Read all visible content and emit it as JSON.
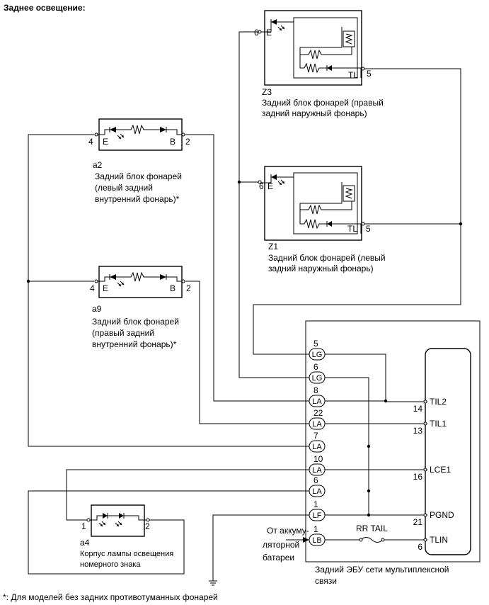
{
  "title": "Заднее освещение:",
  "footnote": "*: Для моделей без задних противотуманных фонарей",
  "components": {
    "z3": {
      "code": "Z3",
      "name_lines": [
        "Задний блок фонарей (правый",
        "задний наружный фонарь)"
      ],
      "pin_e": "6",
      "pin_tl": "5",
      "lbl_e": "E",
      "lbl_tl": "TL"
    },
    "z1": {
      "code": "Z1",
      "name_lines": [
        "Задний блок фонарей (левый",
        "задний наружный фонарь)"
      ],
      "pin_e": "6",
      "pin_tl": "5",
      "lbl_e": "E",
      "lbl_tl": "TL"
    },
    "a2": {
      "code": "a2",
      "name_lines": [
        "Задний блок фонарей",
        "(левый задний",
        "внутренний фонарь)*"
      ],
      "pin_e": "4",
      "pin_b": "2",
      "lbl_e": "E",
      "lbl_b": "B"
    },
    "a9": {
      "code": "a9",
      "name_lines": [
        "Задний блок фонарей",
        "(правый задний",
        "внутренний фонарь)*"
      ],
      "pin_e": "4",
      "pin_b": "2",
      "lbl_e": "E",
      "lbl_b": "B"
    },
    "a4": {
      "code": "a4",
      "name_lines": [
        "Корпус лампы освещения",
        "номерного знака"
      ],
      "pin_1": "1",
      "pin_2": "2"
    },
    "ecu": {
      "name_lines": [
        "Задний ЭБУ сети мультиплексной",
        "связи"
      ],
      "connectors": [
        {
          "pin": "5",
          "code": "LG"
        },
        {
          "pin": "6",
          "code": "LG"
        },
        {
          "pin": "8",
          "code": "LA"
        },
        {
          "pin": "22",
          "code": "LA"
        },
        {
          "pin": "7",
          "code": "LA"
        },
        {
          "pin": "10",
          "code": "LA"
        },
        {
          "pin": "6",
          "code": "LA"
        },
        {
          "pin": "1",
          "code": "LF"
        },
        {
          "pin": "1",
          "code": "LB"
        }
      ],
      "terminals": [
        {
          "pin": "14",
          "name": "TIL2"
        },
        {
          "pin": "13",
          "name": "TIL1"
        },
        {
          "pin": "16",
          "name": "LCE1"
        },
        {
          "pin": "21",
          "name": "PGND"
        },
        {
          "pin": "6",
          "name": "TLIN"
        }
      ]
    }
  },
  "battery_label_lines": [
    "От аккуму-",
    "ляторной",
    "батареи"
  ],
  "fuse_label": "RR TAIL"
}
